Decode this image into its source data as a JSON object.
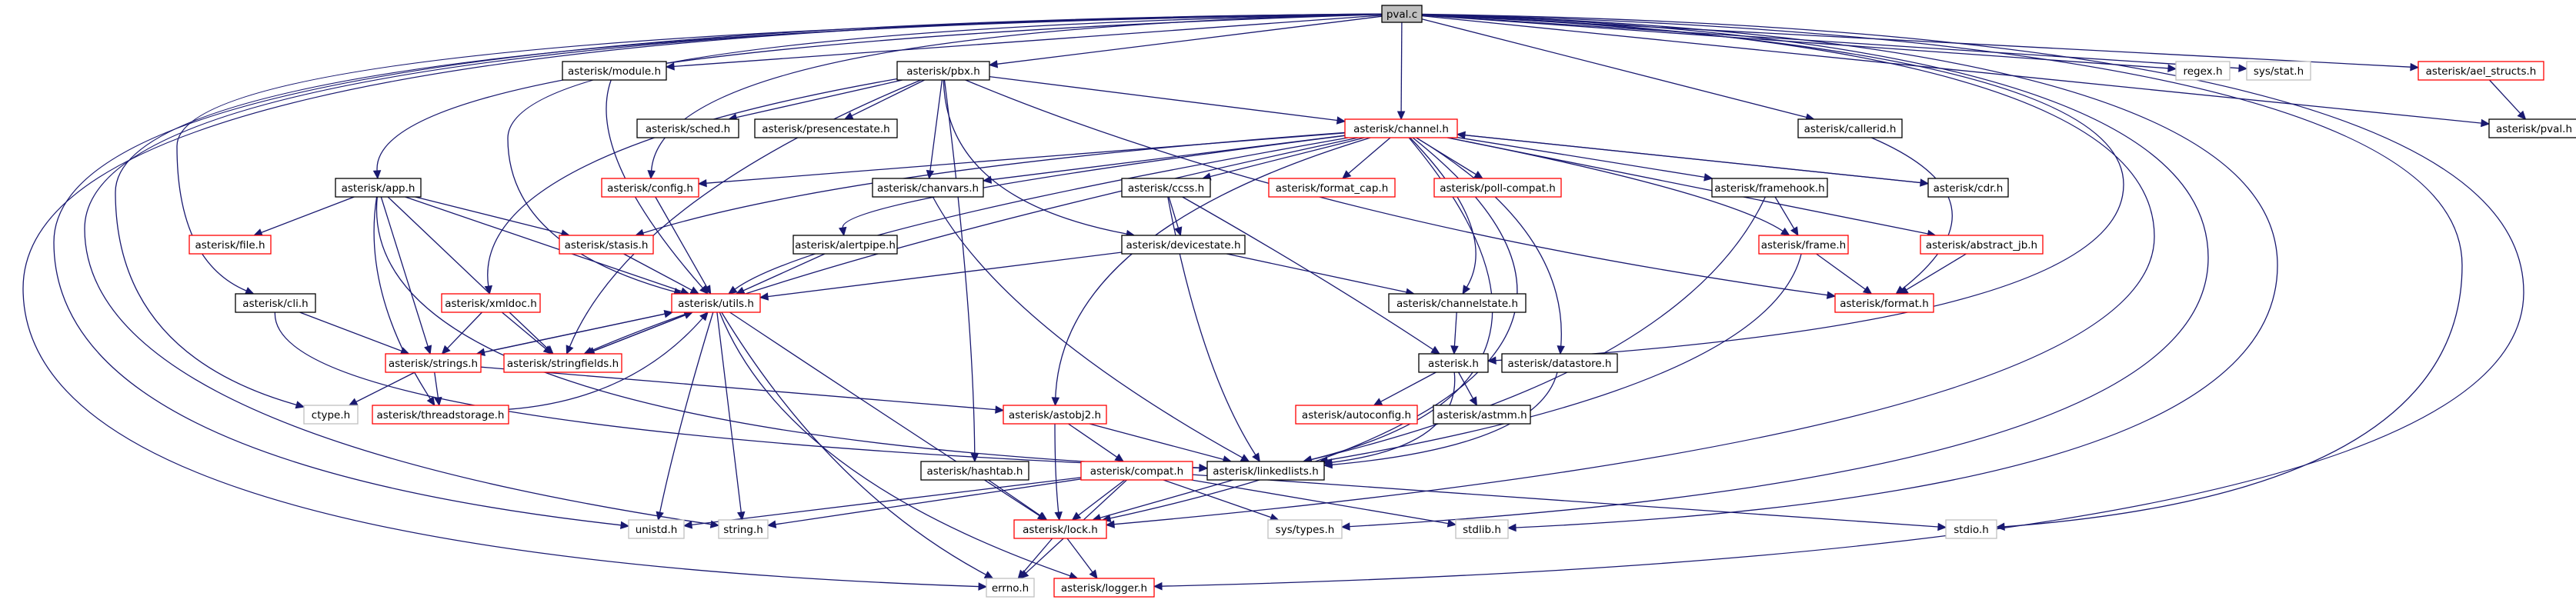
{
  "colors": {
    "edge": "#191970",
    "border_normal": "#000000",
    "border_link": "#ff0000",
    "border_missing": "#bfbfbf",
    "root_fill": "#bfbfbf"
  },
  "nodes": [
    {
      "id": "pval_c",
      "label": "pval.c",
      "style": "root"
    },
    {
      "id": "module_h",
      "label": "asterisk/module.h",
      "style": "black"
    },
    {
      "id": "pbx_h",
      "label": "asterisk/pbx.h",
      "style": "black"
    },
    {
      "id": "regex_h",
      "label": "regex.h",
      "style": "gray"
    },
    {
      "id": "sys_stat_h",
      "label": "sys/stat.h",
      "style": "gray"
    },
    {
      "id": "ael_structs_h",
      "label": "asterisk/ael_structs.h",
      "style": "red"
    },
    {
      "id": "sched_h",
      "label": "asterisk/sched.h",
      "style": "black"
    },
    {
      "id": "presencestate_h",
      "label": "asterisk/presencestate.h",
      "style": "black"
    },
    {
      "id": "channel_h",
      "label": "asterisk/channel.h",
      "style": "red"
    },
    {
      "id": "callerid_h",
      "label": "asterisk/callerid.h",
      "style": "black"
    },
    {
      "id": "pval_h",
      "label": "asterisk/pval.h",
      "style": "black"
    },
    {
      "id": "app_h",
      "label": "asterisk/app.h",
      "style": "black"
    },
    {
      "id": "config_h",
      "label": "asterisk/config.h",
      "style": "red"
    },
    {
      "id": "chanvars_h",
      "label": "asterisk/chanvars.h",
      "style": "black"
    },
    {
      "id": "format_cap_h",
      "label": "asterisk/format_cap.h",
      "style": "red"
    },
    {
      "id": "poll_compat_h",
      "label": "asterisk/poll-compat.h",
      "style": "red"
    },
    {
      "id": "cdr_h",
      "label": "asterisk/cdr.h",
      "style": "black"
    },
    {
      "id": "ccss_h",
      "label": "asterisk/ccss.h",
      "style": "black"
    },
    {
      "id": "framehook_h",
      "label": "asterisk/framehook.h",
      "style": "black"
    },
    {
      "id": "file_h",
      "label": "asterisk/file.h",
      "style": "red"
    },
    {
      "id": "stasis_h",
      "label": "asterisk/stasis.h",
      "style": "red"
    },
    {
      "id": "alertpipe_h",
      "label": "asterisk/alertpipe.h",
      "style": "black"
    },
    {
      "id": "devicestate_h",
      "label": "asterisk/devicestate.h",
      "style": "black"
    },
    {
      "id": "frame_h",
      "label": "asterisk/frame.h",
      "style": "red"
    },
    {
      "id": "abstract_jb_h",
      "label": "asterisk/abstract_jb.h",
      "style": "red"
    },
    {
      "id": "cli_h",
      "label": "asterisk/cli.h",
      "style": "black"
    },
    {
      "id": "xmldoc_h",
      "label": "asterisk/xmldoc.h",
      "style": "red"
    },
    {
      "id": "utils_h",
      "label": "asterisk/utils.h",
      "style": "red"
    },
    {
      "id": "channelstate_h",
      "label": "asterisk/channelstate.h",
      "style": "black"
    },
    {
      "id": "format_h",
      "label": "asterisk/format.h",
      "style": "red"
    },
    {
      "id": "strings_h",
      "label": "asterisk/strings.h",
      "style": "red"
    },
    {
      "id": "stringfields_h",
      "label": "asterisk/stringfields.h",
      "style": "red"
    },
    {
      "id": "asterisk_h",
      "label": "asterisk.h",
      "style": "black"
    },
    {
      "id": "datastore_h",
      "label": "asterisk/datastore.h",
      "style": "black"
    },
    {
      "id": "ctype_h",
      "label": "ctype.h",
      "style": "gray"
    },
    {
      "id": "threadstorage_h",
      "label": "asterisk/threadstorage.h",
      "style": "red"
    },
    {
      "id": "astobj2_h",
      "label": "asterisk/astobj2.h",
      "style": "red"
    },
    {
      "id": "autoconfig_h",
      "label": "asterisk/autoconfig.h",
      "style": "red"
    },
    {
      "id": "astmm_h",
      "label": "asterisk/astmm.h",
      "style": "black"
    },
    {
      "id": "hashtab_h",
      "label": "asterisk/hashtab.h",
      "style": "black"
    },
    {
      "id": "compat_h",
      "label": "asterisk/compat.h",
      "style": "red"
    },
    {
      "id": "linkedlists_h",
      "label": "asterisk/linkedlists.h",
      "style": "black"
    },
    {
      "id": "unistd_h",
      "label": "unistd.h",
      "style": "gray"
    },
    {
      "id": "string_h",
      "label": "string.h",
      "style": "gray"
    },
    {
      "id": "lock_h",
      "label": "asterisk/lock.h",
      "style": "red"
    },
    {
      "id": "sys_types_h",
      "label": "sys/types.h",
      "style": "gray"
    },
    {
      "id": "stdlib_h",
      "label": "stdlib.h",
      "style": "gray"
    },
    {
      "id": "stdio_h",
      "label": "stdio.h",
      "style": "gray"
    },
    {
      "id": "errno_h",
      "label": "errno.h",
      "style": "gray"
    },
    {
      "id": "logger_h",
      "label": "asterisk/logger.h",
      "style": "red"
    }
  ]
}
